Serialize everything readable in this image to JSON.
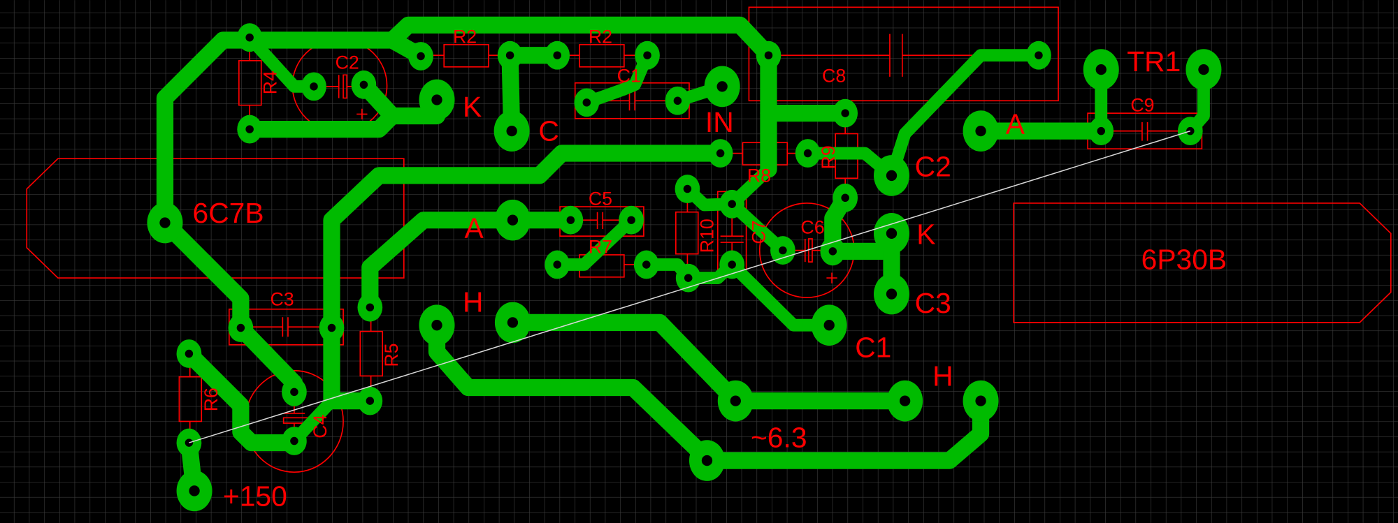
{
  "colors": {
    "background": "#000000",
    "grid": "#3c3c3c",
    "copper": "#00bb00",
    "silkscreen": "#ff0000",
    "ratsnest": "#d8d8d8"
  },
  "components": {
    "r2a": "R2",
    "r2b": "R2",
    "c2": "C2",
    "r4": "R4",
    "c1": "C1",
    "c8": "C8",
    "c9": "C9",
    "r8": "R8",
    "r9": "R9",
    "c5": "C5",
    "r7": "R7",
    "r10": "R10",
    "c7": "C7",
    "c6": "C6",
    "c3": "C3",
    "r5": "R5",
    "r6": "R6",
    "c4": "C4",
    "tube1": "6C7B",
    "tube2": "6P30B",
    "tr1": "TR1"
  },
  "nets": {
    "k1": "K",
    "c_left": "C",
    "in": "IN",
    "a_right": "A",
    "c2_out": "C2",
    "k2": "K",
    "c3_out": "C3",
    "c1_out": "C1",
    "a_left": "A",
    "h_left": "H",
    "h_right": "H",
    "heater": "~6.3",
    "supply": "+150"
  },
  "polarity_mark": "+"
}
